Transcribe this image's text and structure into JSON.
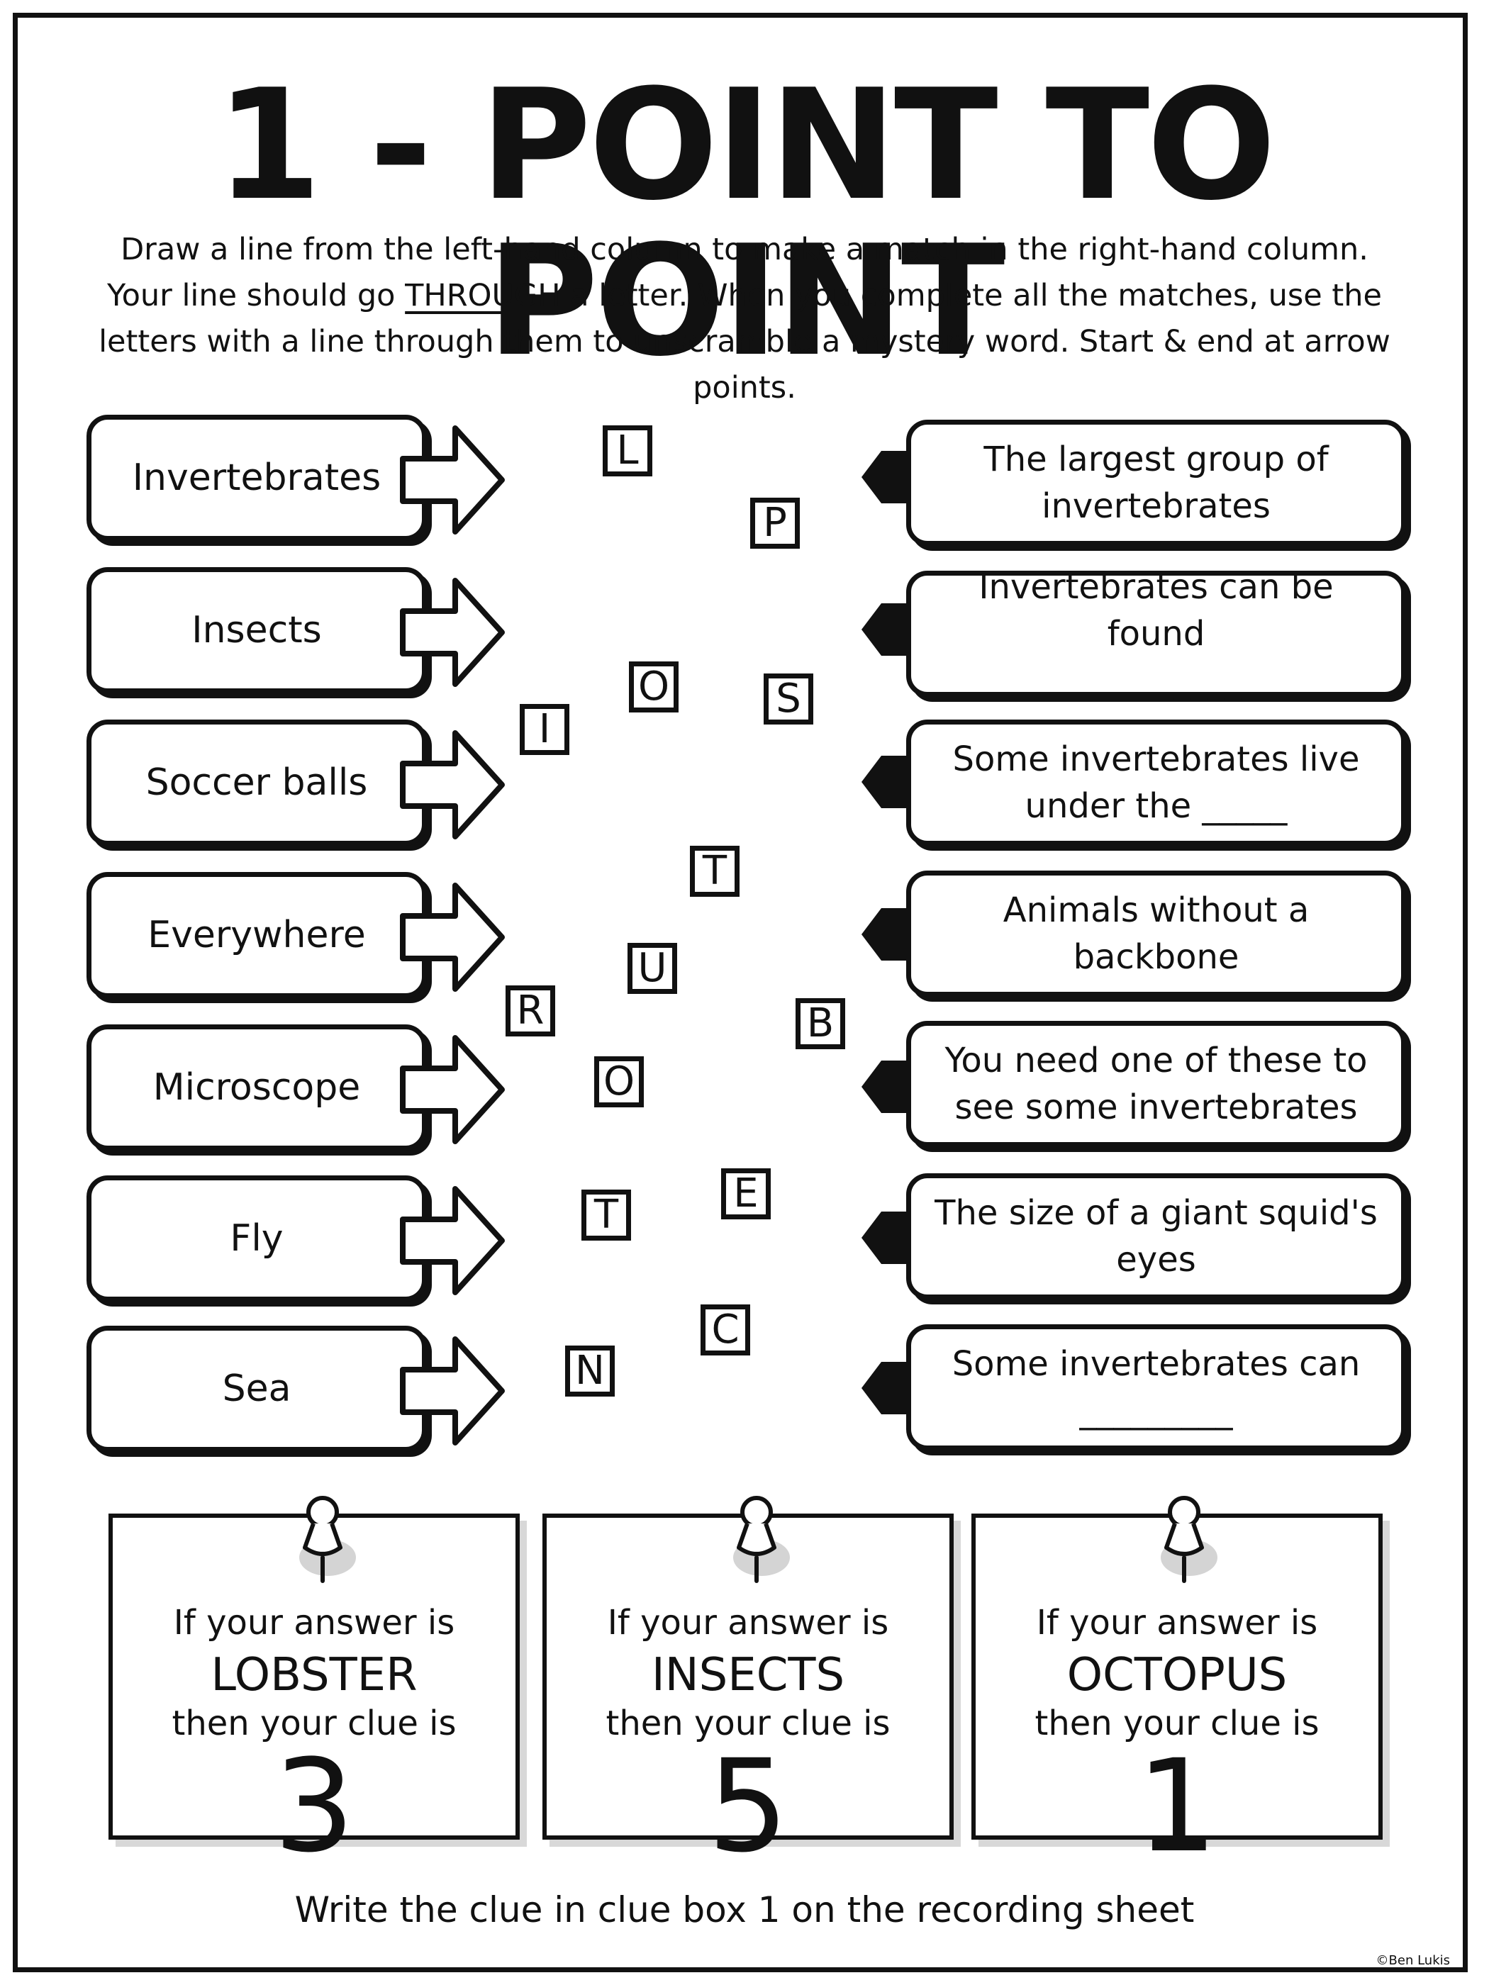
{
  "title": "1 - POINT TO POINT",
  "instructions": {
    "part1": "Draw a line from the left-hand column to make a match in the right-hand column. Your line should go ",
    "emphasis": "THROUGH",
    "part2": " a letter. When you complete all the matches, use the letters with a line through them to unscramble a mystery word. Start & end at arrow points."
  },
  "left_items": [
    "Invertebrates",
    "Insects",
    "Soccer balls",
    "Everywhere",
    "Microscope",
    "Fly",
    "Sea"
  ],
  "right_items": [
    "The largest group of\ninvertebrates",
    "Invertebrates can be found\n__________",
    "Some invertebrates live\nunder the _____",
    "Animals without a\nbackbone",
    "You need one of these to\nsee some invertebrates",
    "The size of a giant squid's\neyes",
    "Some invertebrates can\n_________"
  ],
  "letters": [
    "L",
    "P",
    "O",
    "S",
    "I",
    "T",
    "U",
    "R",
    "B",
    "O",
    "E",
    "T",
    "C",
    "N"
  ],
  "notes": [
    {
      "line1": "If your answer is",
      "answer": "LOBSTER",
      "line3": "then your clue is",
      "clue": "3"
    },
    {
      "line1": "If your answer is",
      "answer": "INSECTS",
      "line3": "then your clue is",
      "clue": "5"
    },
    {
      "line1": "If your answer is",
      "answer": "OCTOPUS",
      "line3": "then your clue is",
      "clue": "1"
    }
  ],
  "footer": "Write the clue in clue box 1 on the recording sheet",
  "copyright": "©Ben Lukis"
}
